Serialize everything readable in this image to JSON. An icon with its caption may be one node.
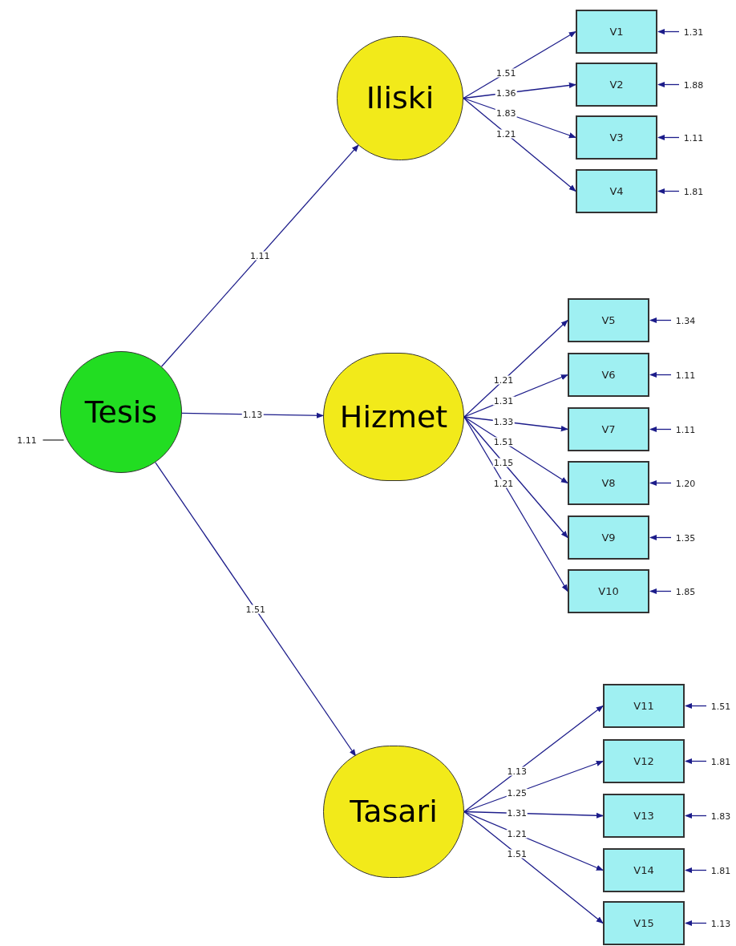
{
  "diagram": {
    "nodes": [
      {
        "text": [
          "Tesis"
        ]
      },
      {
        "text": [
          "Iliski"
        ]
      },
      {
        "text": [
          "Hizmet"
        ]
      },
      {
        "text": [
          "Tasari"
        ]
      },
      {
        "text": [
          "V1"
        ]
      },
      {
        "text": [
          "V2"
        ]
      },
      {
        "text": [
          "V3"
        ]
      },
      {
        "text": [
          "V4"
        ]
      },
      {
        "text": [
          "V5"
        ]
      },
      {
        "text": [
          "V6"
        ]
      },
      {
        "text": [
          "V7"
        ]
      },
      {
        "text": [
          "V8"
        ]
      },
      {
        "text": [
          "V9"
        ]
      },
      {
        "text": [
          "V10"
        ]
      },
      {
        "text": [
          "V11"
        ]
      },
      {
        "text": [
          "V12"
        ]
      },
      {
        "text": [
          "V13"
        ]
      },
      {
        "text": [
          "V14"
        ]
      },
      {
        "text": [
          "V15"
        ]
      }
    ],
    "edges": [
      {
        "from": null,
        "to": 0,
        "arrow": "none",
        "label": "1.11"
      },
      {
        "from": 0,
        "to": 1,
        "arrow": "to",
        "label": "1.11"
      },
      {
        "from": 0,
        "to": 2,
        "arrow": "to",
        "label": "1.13"
      },
      {
        "from": 0,
        "to": 3,
        "arrow": "to",
        "label": "1.51"
      },
      {
        "from": 1,
        "to": 4,
        "arrow": "to",
        "label": "1.51"
      },
      {
        "from": 1,
        "to": 5,
        "arrow": "to",
        "label": "1.36"
      },
      {
        "from": 1,
        "to": 6,
        "arrow": "to",
        "label": "1.83"
      },
      {
        "from": 1,
        "to": 7,
        "arrow": "to",
        "label": "1.21"
      },
      {
        "from": 2,
        "to": 8,
        "arrow": "to",
        "label": "1.21"
      },
      {
        "from": 2,
        "to": 9,
        "arrow": "to",
        "label": "1.31"
      },
      {
        "from": 2,
        "to": 10,
        "arrow": "to",
        "label": "1.33"
      },
      {
        "from": 2,
        "to": 11,
        "arrow": "to",
        "label": "1.51"
      },
      {
        "from": 2,
        "to": 12,
        "arrow": "to",
        "label": "1.15"
      },
      {
        "from": 2,
        "to": 13,
        "arrow": "to",
        "label": "1.21"
      },
      {
        "from": 3,
        "to": 14,
        "arrow": "to",
        "label": "1.13"
      },
      {
        "from": 3,
        "to": 15,
        "arrow": "to",
        "label": "1.25"
      },
      {
        "from": 3,
        "to": 16,
        "arrow": "to",
        "label": "1.31"
      },
      {
        "from": 3,
        "to": 17,
        "arrow": "to",
        "label": "1.21"
      },
      {
        "from": 3,
        "to": 18,
        "arrow": "to",
        "label": "1.51"
      },
      {
        "from": null,
        "to": 4,
        "arrow": "to",
        "label": "1.31"
      },
      {
        "from": null,
        "to": 5,
        "arrow": "to",
        "label": "1.88"
      },
      {
        "from": null,
        "to": 6,
        "arrow": "to",
        "label": "1.11"
      },
      {
        "from": null,
        "to": 7,
        "arrow": "to",
        "label": "1.81"
      },
      {
        "from": null,
        "to": 8,
        "arrow": "to",
        "label": "1.34"
      },
      {
        "from": null,
        "to": 9,
        "arrow": "to",
        "label": "1.11"
      },
      {
        "from": null,
        "to": 10,
        "arrow": "to",
        "label": "1.11"
      },
      {
        "from": null,
        "to": 11,
        "arrow": "to",
        "label": "1.20"
      },
      {
        "from": null,
        "to": 12,
        "arrow": "to",
        "label": "1.35"
      },
      {
        "from": null,
        "to": 13,
        "arrow": "to",
        "label": "1.85"
      },
      {
        "from": null,
        "to": 14,
        "arrow": "to",
        "label": "1.51"
      },
      {
        "from": null,
        "to": 15,
        "arrow": "to",
        "label": "1.81"
      },
      {
        "from": null,
        "to": 16,
        "arrow": "to",
        "label": "1.83"
      },
      {
        "from": null,
        "to": 17,
        "arrow": "to",
        "label": "1.81"
      },
      {
        "from": null,
        "to": 18,
        "arrow": "to",
        "label": "1.13"
      }
    ]
  }
}
